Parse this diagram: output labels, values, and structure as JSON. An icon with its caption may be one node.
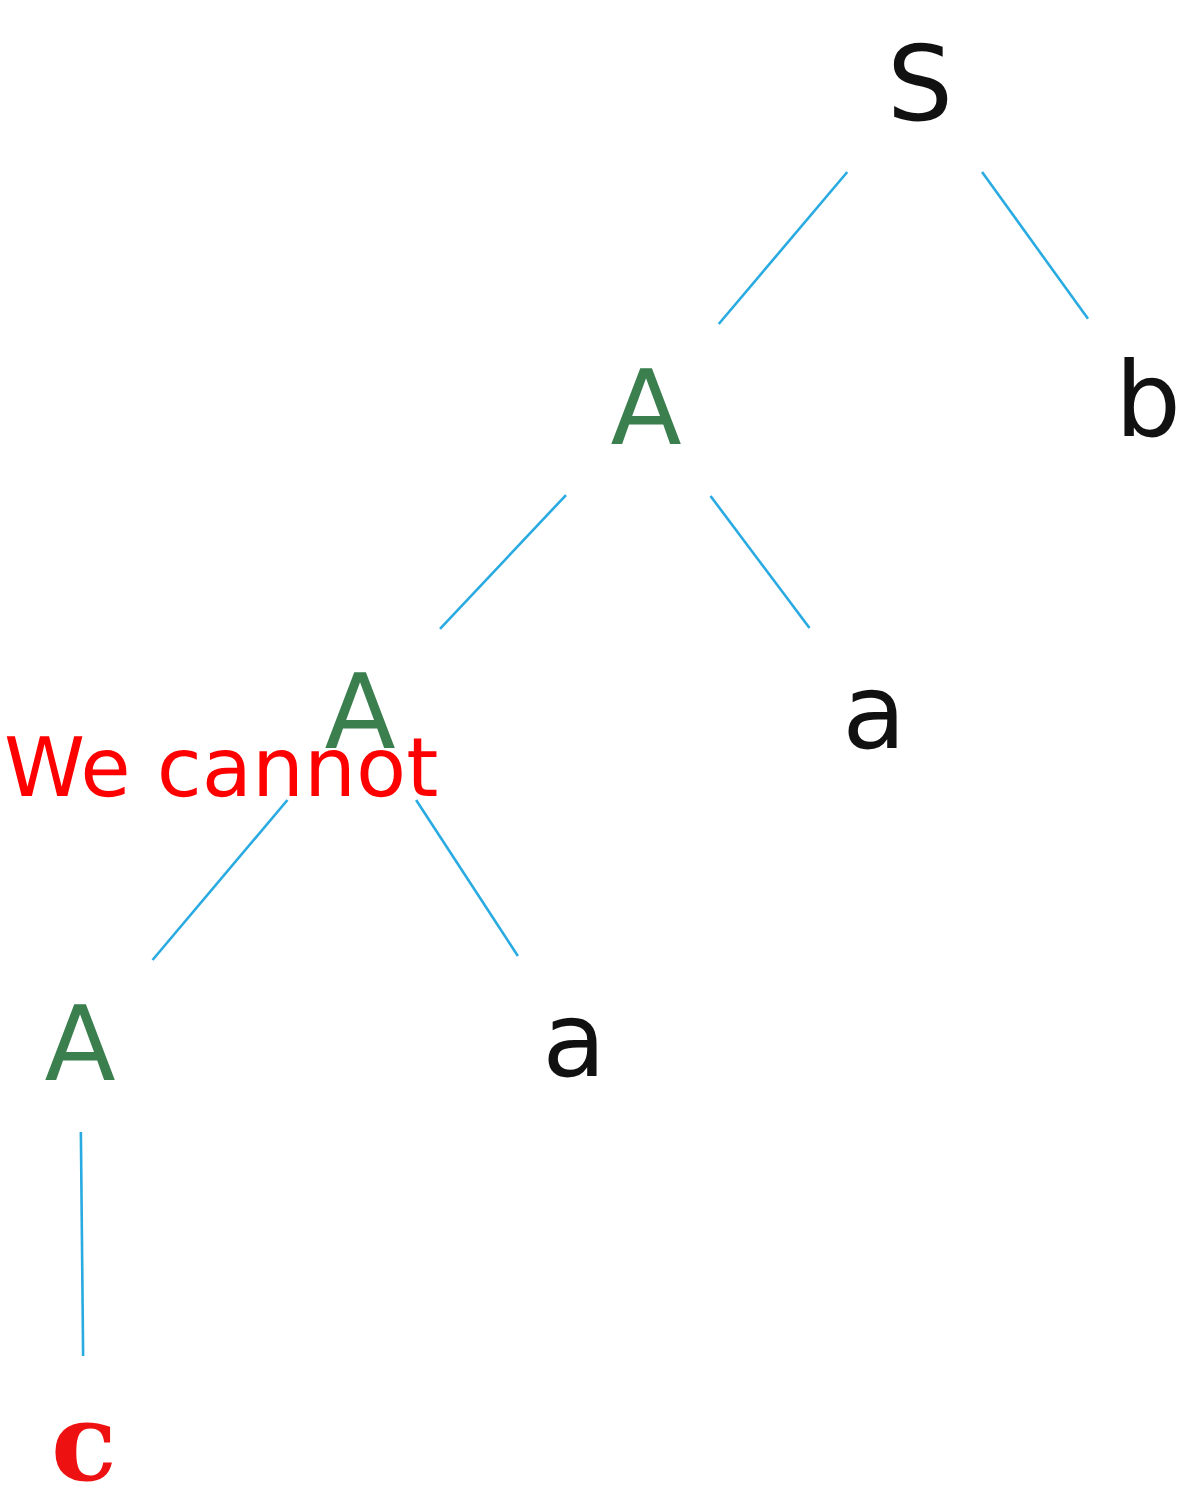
{
  "diagram": {
    "nodes": [
      {
        "text": [
          "S"
        ]
      },
      {
        "text": [
          "A"
        ]
      },
      {
        "text": [
          "b"
        ]
      },
      {
        "text": [
          "A"
        ]
      },
      {
        "text": [
          "a"
        ]
      },
      {
        "text": [
          "A"
        ]
      },
      {
        "text": [
          "a"
        ]
      },
      {
        "text": [
          "c"
        ]
      }
    ],
    "edges": [
      {
        "from": 0,
        "to": 1,
        "arrow": "none"
      },
      {
        "from": 0,
        "to": 2,
        "arrow": "none"
      },
      {
        "from": 1,
        "to": 3,
        "arrow": "none"
      },
      {
        "from": 1,
        "to": 4,
        "arrow": "none"
      },
      {
        "from": 3,
        "to": 5,
        "arrow": "none"
      },
      {
        "from": 3,
        "to": 6,
        "arrow": "none"
      },
      {
        "from": 5,
        "to": 7,
        "arrow": "none"
      }
    ],
    "labels": [
      "We cannot"
    ]
  }
}
